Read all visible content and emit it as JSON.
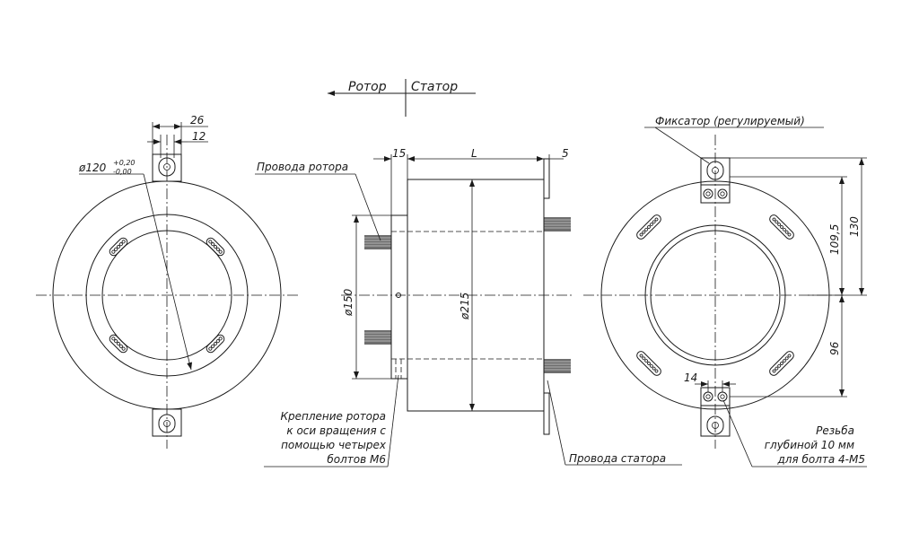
{
  "colors": {
    "body": "#fcecaa",
    "flange": "#f7d85f",
    "flange_dark": "#f0c232",
    "line": "#1a1a1a",
    "wire": "#6e6e6e"
  },
  "section_header": {
    "rotor": "Ротор",
    "stator": "Статор"
  },
  "left_view": {
    "dim_26": "26",
    "dim_12": "12",
    "dim_diameter": "ø120",
    "tol_upper": "+0,20",
    "tol_lower": "-0,00"
  },
  "side_view": {
    "dim_15": "15",
    "dim_L": "L",
    "dim_5": "5",
    "dim_150": "ø150",
    "dim_215": "ø215",
    "label_rotor_wires": "Провода ротора",
    "label_mounting": [
      "Крепление ротора",
      "к оси вращения с",
      "помощью четырех",
      "болтов М6"
    ],
    "label_stator_wires": "Провода статора"
  },
  "right_view": {
    "label_lock": "Фиксатор (регулируемый)",
    "dim_1095": "109,5",
    "dim_130": "130",
    "dim_96": "96",
    "dim_14": "14",
    "label_thread": [
      "Резьба",
      "глубиной 10 мм",
      "для болта 4-М5"
    ]
  }
}
